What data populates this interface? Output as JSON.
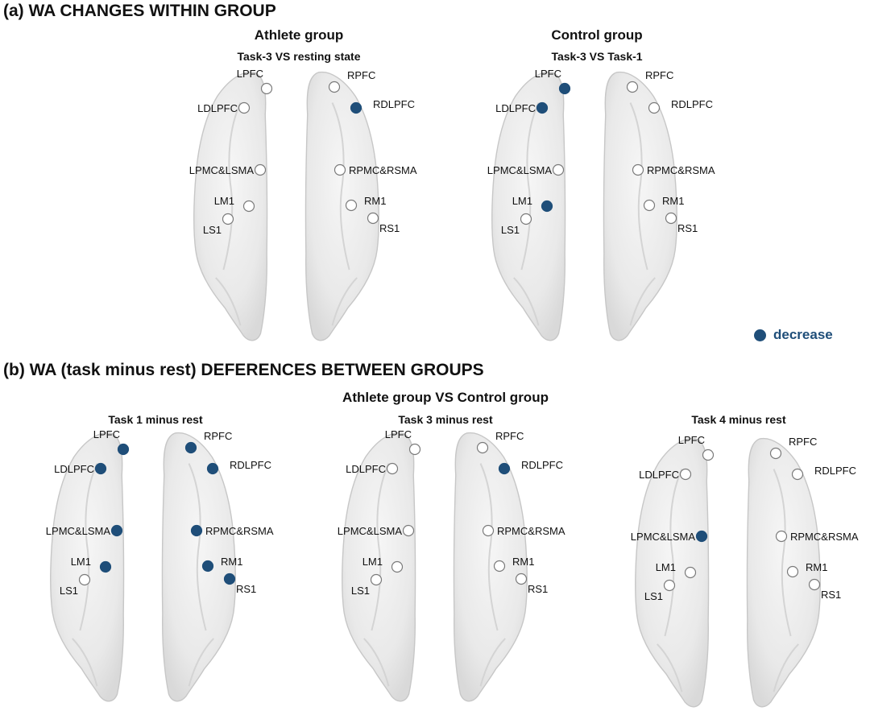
{
  "section_a": {
    "title": "(a) WA CHANGES WITHIN GROUP"
  },
  "section_b": {
    "title": "(b) WA (task minus rest) DEFERENCES BETWEEN GROUPS",
    "subtitle": "Athlete group VS Control group"
  },
  "legend": {
    "label": "decrease",
    "color": "#1f4e79"
  },
  "colors": {
    "decrease": "#1f4e79",
    "none": "#ffffff",
    "outline": "#7a7a7a",
    "brain": "#ebebeb"
  },
  "regions": [
    "LPFC",
    "LDLPFC",
    "LPMC&LSMA",
    "LM1",
    "LS1",
    "RPFC",
    "RDLPFC",
    "RPMC&RSMA",
    "RM1",
    "RS1"
  ],
  "panels": [
    {
      "id": "a-athlete",
      "group": "Athlete group",
      "contrast": "Task-3 VS resting state",
      "decrease": [
        "RDLPFC"
      ]
    },
    {
      "id": "a-control",
      "group": "Control group",
      "contrast": "Task-3 VS Task-1",
      "decrease": [
        "LPFC",
        "LDLPFC",
        "LM1"
      ]
    },
    {
      "id": "b-task1",
      "group": "",
      "contrast": "Task 1 minus rest",
      "decrease": [
        "LPFC",
        "LDLPFC",
        "LPMC&LSMA",
        "LM1",
        "RPFC",
        "RDLPFC",
        "RPMC&RSMA",
        "RM1",
        "RS1"
      ]
    },
    {
      "id": "b-task3",
      "group": "",
      "contrast": "Task 3 minus rest",
      "decrease": [
        "RDLPFC"
      ]
    },
    {
      "id": "b-task4",
      "group": "",
      "contrast": "Task 4 minus rest",
      "decrease": [
        "LPMC&LSMA"
      ]
    }
  ]
}
